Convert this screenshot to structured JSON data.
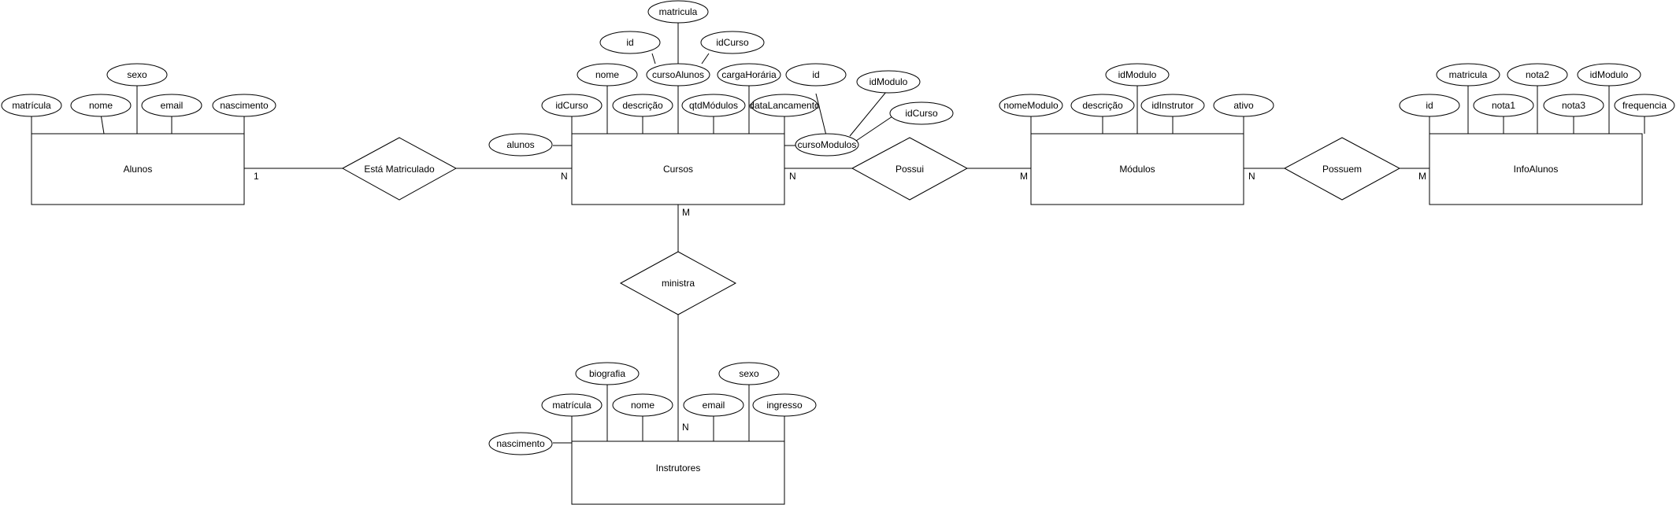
{
  "entities": {
    "alunos": "Alunos",
    "cursos": "Cursos",
    "modulos": "Módulos",
    "info_alunos": "InfoAlunos",
    "instrutores": "Instrutores"
  },
  "relationships": {
    "esta_matriculado": "Está Matriculado",
    "possui": "Possui",
    "possuem": "Possuem",
    "ministra": "ministra"
  },
  "attributes": {
    "alunos": [
      "matrícula",
      "nome",
      "sexo",
      "email",
      "nascimento"
    ],
    "cursos": [
      "alunos",
      "idCurso",
      "nome",
      "descrição",
      "cursoAlunos",
      "qtdMódulos",
      "cargaHorária",
      "dataLancamento",
      "cursoModulos"
    ],
    "curso_alunos": [
      "id",
      "matricula",
      "idCurso"
    ],
    "curso_modulos": [
      "id",
      "idModulo",
      "idCurso"
    ],
    "modulos": [
      "nomeModulo",
      "descrição",
      "idModulo",
      "idInstrutor",
      "ativo"
    ],
    "info_alunos": [
      "id",
      "matricula",
      "nota1",
      "nota2",
      "nota3",
      "idModulo",
      "frequencia"
    ],
    "instrutores": [
      "nascimento",
      "matrícula",
      "biografia",
      "nome",
      "email",
      "sexo",
      "ingresso"
    ]
  },
  "cardinalities": {
    "alunos_matricula": "1",
    "cursos_matricula": "N",
    "cursos_possui": "N",
    "modulos_possui": "M",
    "modulos_possuem": "N",
    "info_possuem": "M",
    "cursos_ministra": "M",
    "instrutores_ministra": "N"
  }
}
